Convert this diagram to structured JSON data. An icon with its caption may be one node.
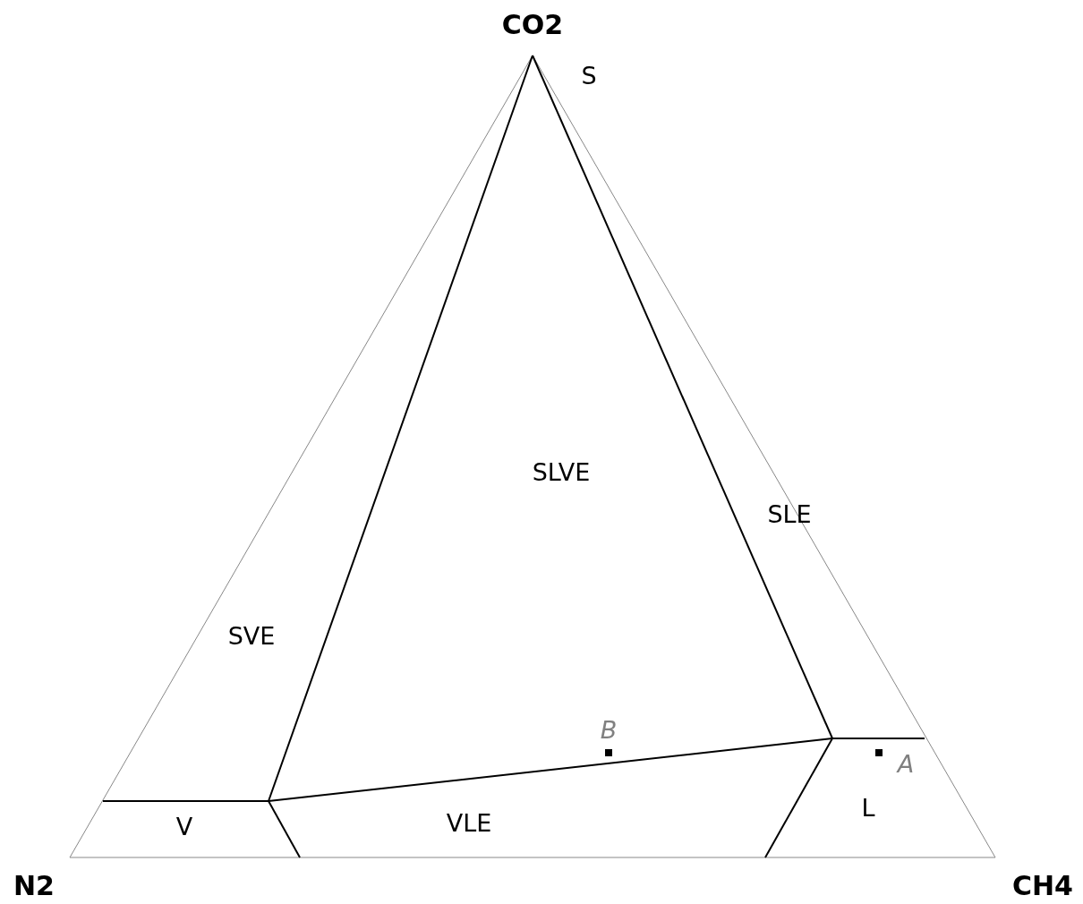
{
  "diagram": {
    "labels": [
      "CO2",
      "S",
      "SLVE",
      "SLE",
      "SVE",
      "B",
      "A",
      "V",
      "VLE",
      "L",
      "N2",
      "CH4"
    ]
  }
}
